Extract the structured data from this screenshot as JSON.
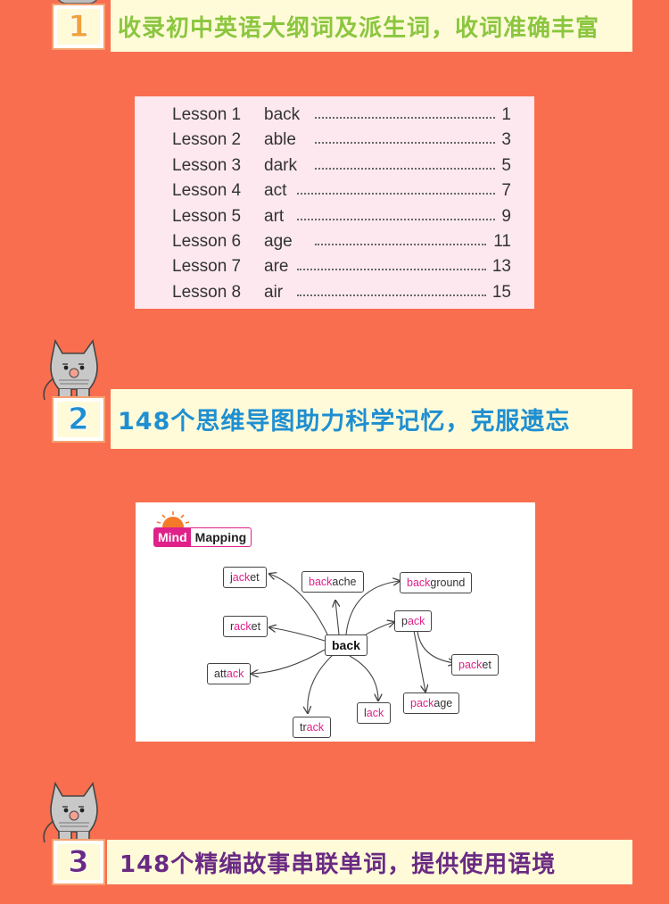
{
  "sections": [
    {
      "number": "1",
      "number_color": "#f0a23a",
      "title": "收录初中英语大纲词及派生词，收词准确丰富",
      "title_color": "#8bc63f"
    },
    {
      "number": "2",
      "number_color": "#1f8fd1",
      "title": "148个思维导图助力科学记忆，克服遗忘",
      "title_color": "#1f8fd1"
    },
    {
      "number": "3",
      "number_color": "#6a2a83",
      "title": "148个精编故事串联单词，提供使用语境",
      "title_color": "#6a2a83"
    }
  ],
  "lessons": [
    {
      "label": "Lesson 1",
      "word": "back",
      "page": "1"
    },
    {
      "label": "Lesson 2",
      "word": "able",
      "page": "3"
    },
    {
      "label": "Lesson 3",
      "word": "dark",
      "page": "5"
    },
    {
      "label": "Lesson 4",
      "word": "act",
      "page": "7"
    },
    {
      "label": "Lesson 5",
      "word": "art",
      "page": "9"
    },
    {
      "label": "Lesson 6",
      "word": "age",
      "page": "11"
    },
    {
      "label": "Lesson 7",
      "word": "are",
      "page": "13"
    },
    {
      "label": "Lesson 8",
      "word": "air",
      "page": "15"
    }
  ],
  "mind_map": {
    "logo_part1": "Mind",
    "logo_part2": "Mapping",
    "center": "back",
    "nodes": [
      {
        "id": "jacket",
        "pre": "j",
        "hl": "ack",
        "post": "et"
      },
      {
        "id": "racket",
        "pre": "r",
        "hl": "ack",
        "post": "et"
      },
      {
        "id": "attack",
        "pre": "att",
        "hl": "ack",
        "post": ""
      },
      {
        "id": "track",
        "pre": "tr",
        "hl": "ack",
        "post": ""
      },
      {
        "id": "lack",
        "pre": "l",
        "hl": "ack",
        "post": ""
      },
      {
        "id": "backache",
        "pre": "",
        "hl": "back",
        "post": "ache"
      },
      {
        "id": "background",
        "pre": "",
        "hl": "back",
        "post": "ground"
      },
      {
        "id": "pack",
        "pre": "p",
        "hl": "ack",
        "post": ""
      },
      {
        "id": "packet",
        "pre": "",
        "hl": "pack",
        "post": "et"
      },
      {
        "id": "package",
        "pre": "",
        "hl": "pack",
        "post": "age"
      }
    ],
    "highlight_color": "#e0218a"
  },
  "colors": {
    "background": "#f86e4f",
    "banner_bg": "#fffbd9",
    "lesson_bg": "#fce8ee"
  }
}
